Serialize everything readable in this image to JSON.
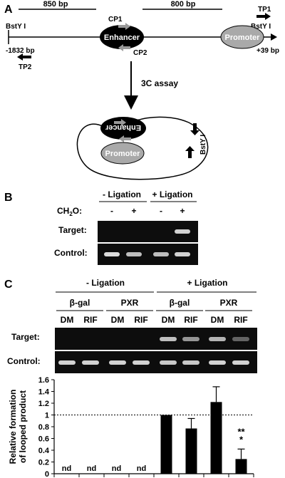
{
  "panelA": {
    "letter": "A",
    "span_left": "850 bp",
    "span_right": "800 bp",
    "bsty_left": "BstY I",
    "bsty_right": "BstY I",
    "pos_left": "-1832 bp",
    "pos_right": "+39 bp",
    "enhancer": "Enhancer",
    "promoter": "Promoter",
    "cp1": "CP1",
    "cp2": "CP2",
    "tp1": "TP1",
    "tp2": "TP2",
    "assay": "3C assay",
    "loop_enhancer": "Enhancer",
    "loop_promoter": "Promoter",
    "loop_bsty": "BstY I"
  },
  "panelB": {
    "letter": "B",
    "group_minus": "- Ligation",
    "group_plus": "+ Ligation",
    "ch2o_label": "CH",
    "ch2o_sub": "2",
    "ch2o_tail": "O:",
    "ch2o_states": [
      "-",
      "+",
      "-",
      "+"
    ],
    "target_label": "Target:",
    "control_label": "Control:",
    "target_bands": [
      0.0,
      0.0,
      0.0,
      0.85
    ],
    "control_bands": [
      0.9,
      0.75,
      0.75,
      0.85
    ]
  },
  "panelC": {
    "letter": "C",
    "group_minus": "- Ligation",
    "group_plus": "+ Ligation",
    "sub_groups": [
      "β-gal",
      "PXR",
      "β-gal",
      "PXR"
    ],
    "lanes": [
      "DM",
      "RIF",
      "DM",
      "RIF",
      "DM",
      "RIF",
      "DM",
      "RIF"
    ],
    "target_label": "Target:",
    "control_label": "Control:",
    "target_bands": [
      0.0,
      0.0,
      0.0,
      0.0,
      0.75,
      0.55,
      0.7,
      0.3
    ],
    "control_bands": [
      0.85,
      0.85,
      0.85,
      0.85,
      0.8,
      0.8,
      0.85,
      0.85
    ]
  },
  "chart_data": {
    "type": "bar",
    "ylabel": "Relative formation of looped product",
    "ylim": [
      0,
      1.6
    ],
    "yticks": [
      "0",
      "0.2",
      "0.4",
      "0.6",
      "0.8",
      "1",
      "1.2",
      "1.4",
      "1.6"
    ],
    "reference_line": 1,
    "values": [
      null,
      null,
      null,
      null,
      1.0,
      0.77,
      1.22,
      0.25
    ],
    "errors": [
      null,
      null,
      null,
      null,
      0,
      0.17,
      0.26,
      0.17
    ],
    "labels": [
      "nd",
      "nd",
      "nd",
      "nd",
      "",
      "",
      "",
      ""
    ],
    "significance": "**\n*"
  }
}
